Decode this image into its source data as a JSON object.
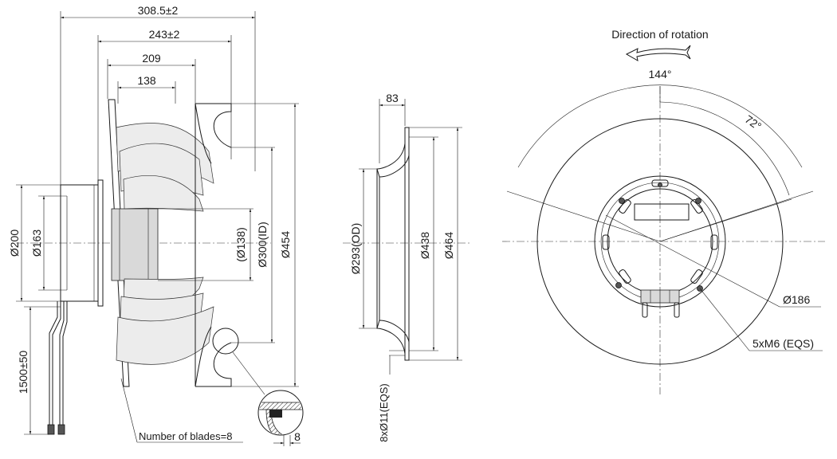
{
  "dimensions": {
    "overall_depth": "308.5±2",
    "depth_to_inlet": "243±2",
    "depth_209": "209",
    "depth_138": "138",
    "motor_diameter": "Ø200",
    "motor_inner_diameter": "Ø163",
    "hub_diameter": "(Ø138)",
    "inlet_inner_diameter": "Ø300(ID)",
    "impeller_diameter": "Ø454",
    "cable_length": "1500±50",
    "blades_label": "Number of blades=8",
    "detail_thickness": "8"
  },
  "inlet_ring": {
    "depth": "83",
    "outer_diameter_throat": "Ø293(OD)",
    "mount_diameter": "Ø438",
    "outer_diameter": "Ø464",
    "holes": "8xØ11(EQS)"
  },
  "front_view": {
    "rotation_label": "Direction of rotation",
    "angle_144": "144°",
    "angle_72": "72°",
    "bolt_circle": "Ø186",
    "threads": "5xM6 (EQS)"
  }
}
